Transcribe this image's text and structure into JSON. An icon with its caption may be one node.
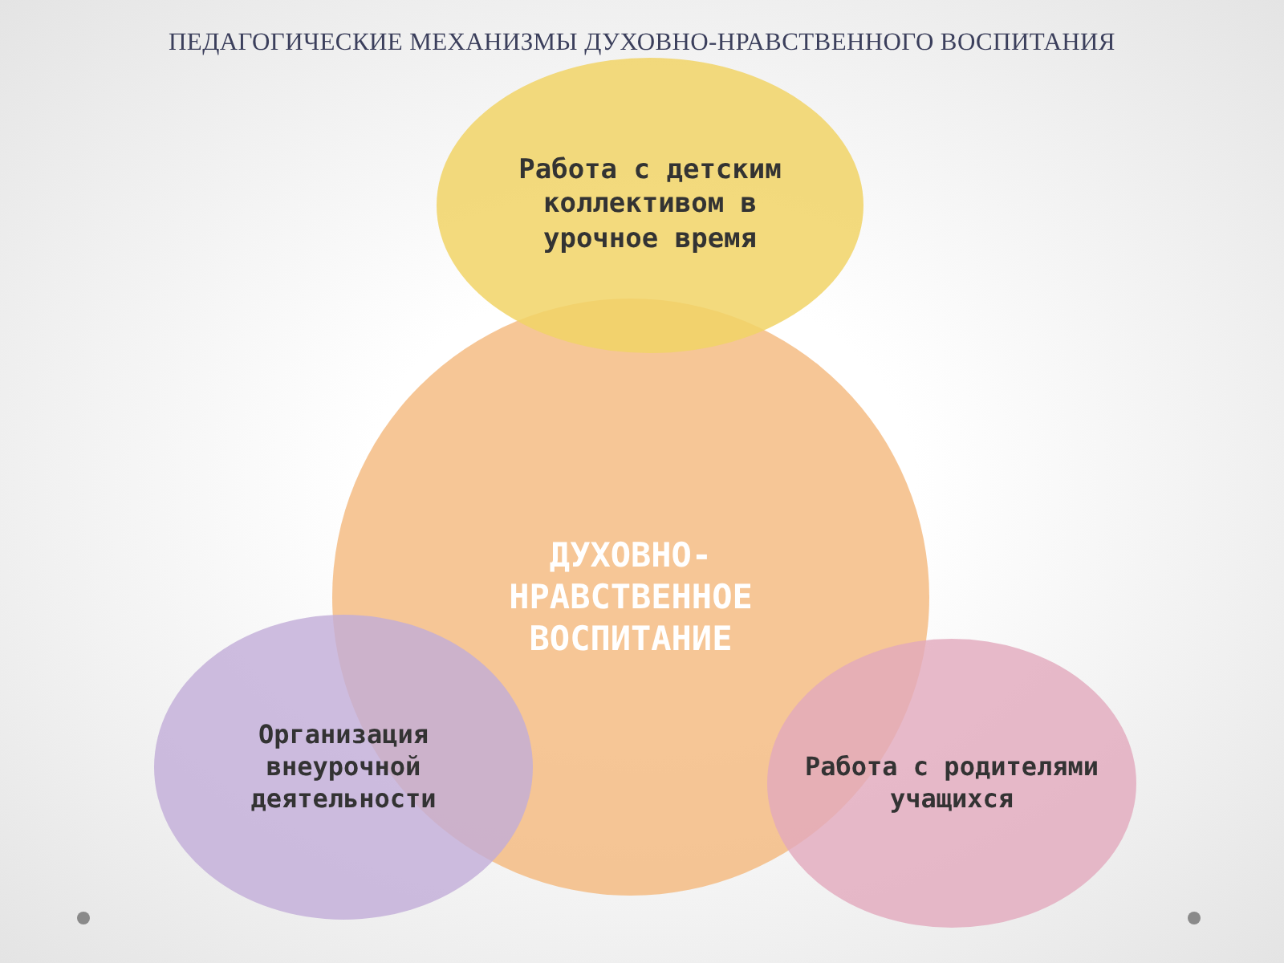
{
  "diagram": {
    "title": "ПЕДАГОГИЧЕСКИЕ МЕХАНИЗМЫ ДУХОВНО-НРАВСТВЕННОГО ВОСПИТАНИЯ",
    "nodes": [
      {
        "text": [
          "ДУХОВНО-НРАВСТВЕННОЕ ВОСПИТАНИЕ"
        ]
      },
      {
        "text": [
          "Работа с детским коллективом в урочное время"
        ]
      },
      {
        "text": [
          "Организация внеурочной деятельности"
        ]
      },
      {
        "text": [
          "Работа с родителями учащихся"
        ]
      }
    ]
  }
}
